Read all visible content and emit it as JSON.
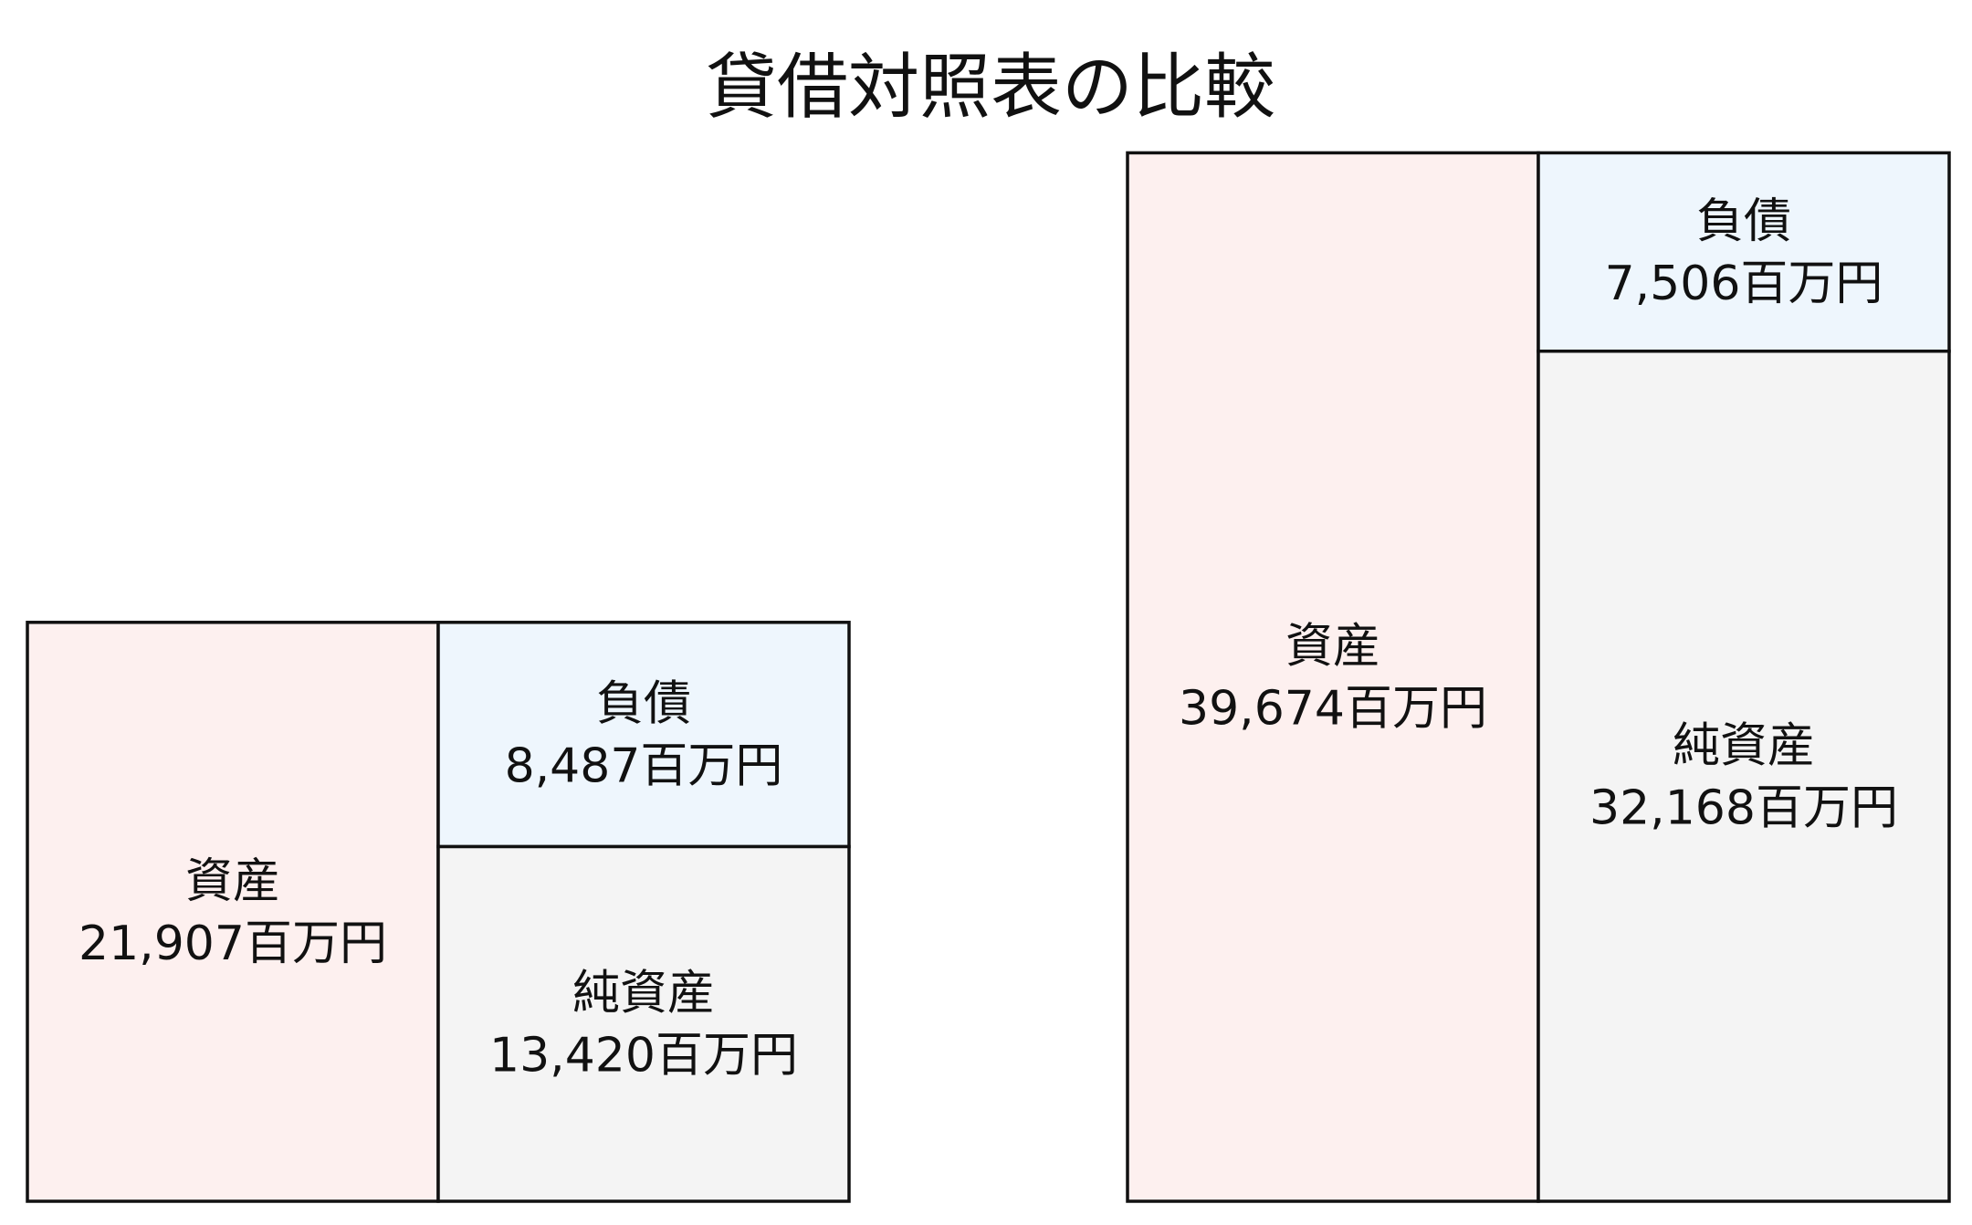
{
  "chart_data": {
    "type": "balance-sheet-comparison",
    "title": "貸借対照表の比較",
    "unit": "百万円",
    "colors": {
      "assets": "#fdf0ef",
      "liabilities": "#eef6fd",
      "net_assets": "#f4f4f4",
      "border": "#111111"
    },
    "sheets": [
      {
        "assets": {
          "label": "資産",
          "value": 21907,
          "value_text": "21,907百万円"
        },
        "liabilities": {
          "label": "負債",
          "value": 8487,
          "value_text": "8,487百万円"
        },
        "net_assets": {
          "label": "純資産",
          "value": 13420,
          "value_text": "13,420百万円"
        }
      },
      {
        "assets": {
          "label": "資産",
          "value": 39674,
          "value_text": "39,674百万円"
        },
        "liabilities": {
          "label": "負債",
          "value": 7506,
          "value_text": "7,506百万円"
        },
        "net_assets": {
          "label": "純資産",
          "value": 32168,
          "value_text": "32,168百万円"
        }
      }
    ]
  }
}
